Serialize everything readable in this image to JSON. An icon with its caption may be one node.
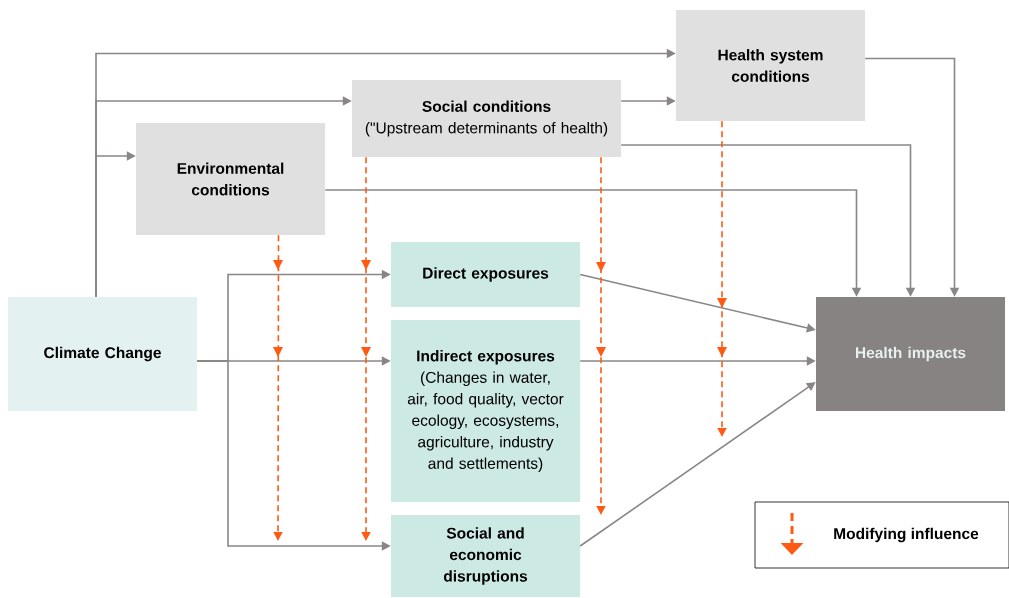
{
  "diagram": {
    "nodes": [
      {
        "text": [
          "Health system conditions"
        ]
      },
      {
        "text": [
          "Social conditions",
          "(\"Upstream determinants of health)"
        ]
      },
      {
        "text": [
          "Environmental conditions"
        ]
      },
      {
        "text": [
          "Climate Change"
        ]
      },
      {
        "text": [
          "Direct exposures"
        ]
      },
      {
        "text": [
          "Indirect exposures",
          "(Changes in water, air, food quality, vector ecology, ecosystems, agriculture, industry and settlements)"
        ]
      },
      {
        "text": [
          "Social and economic disruptions"
        ]
      },
      {
        "text": [
          "Health impacts"
        ]
      }
    ],
    "edges": [
      {
        "from": 3,
        "to": 0,
        "arrow": "to"
      },
      {
        "from": 3,
        "to": 1,
        "arrow": "to"
      },
      {
        "from": 3,
        "to": 2,
        "arrow": "to"
      },
      {
        "from": 1,
        "to": 0,
        "arrow": "to"
      },
      {
        "from": 0,
        "to": 7,
        "arrow": "to"
      },
      {
        "from": 1,
        "to": 7,
        "arrow": "to"
      },
      {
        "from": 2,
        "to": 7,
        "arrow": "to"
      },
      {
        "from": 3,
        "to": 4,
        "arrow": "to"
      },
      {
        "from": 3,
        "to": 5,
        "arrow": "to"
      },
      {
        "from": 3,
        "to": 6,
        "arrow": "to"
      },
      {
        "from": 4,
        "to": 7,
        "arrow": "to"
      },
      {
        "from": 5,
        "to": 7,
        "arrow": "to"
      },
      {
        "from": 6,
        "to": 7,
        "arrow": "to"
      },
      {
        "from": 2,
        "to": null,
        "arrow": "to",
        "style": "dashed",
        "color": "#ff5a14"
      },
      {
        "from": 1,
        "to": null,
        "arrow": "to",
        "style": "dashed",
        "color": "#ff5a14"
      },
      {
        "from": 1,
        "to": null,
        "arrow": "to",
        "style": "dashed",
        "color": "#ff5a14"
      },
      {
        "from": 0,
        "to": null,
        "arrow": "to",
        "style": "dashed",
        "color": "#ff5a14"
      }
    ],
    "legend": [
      {
        "text": "Modifying influence"
      }
    ]
  }
}
